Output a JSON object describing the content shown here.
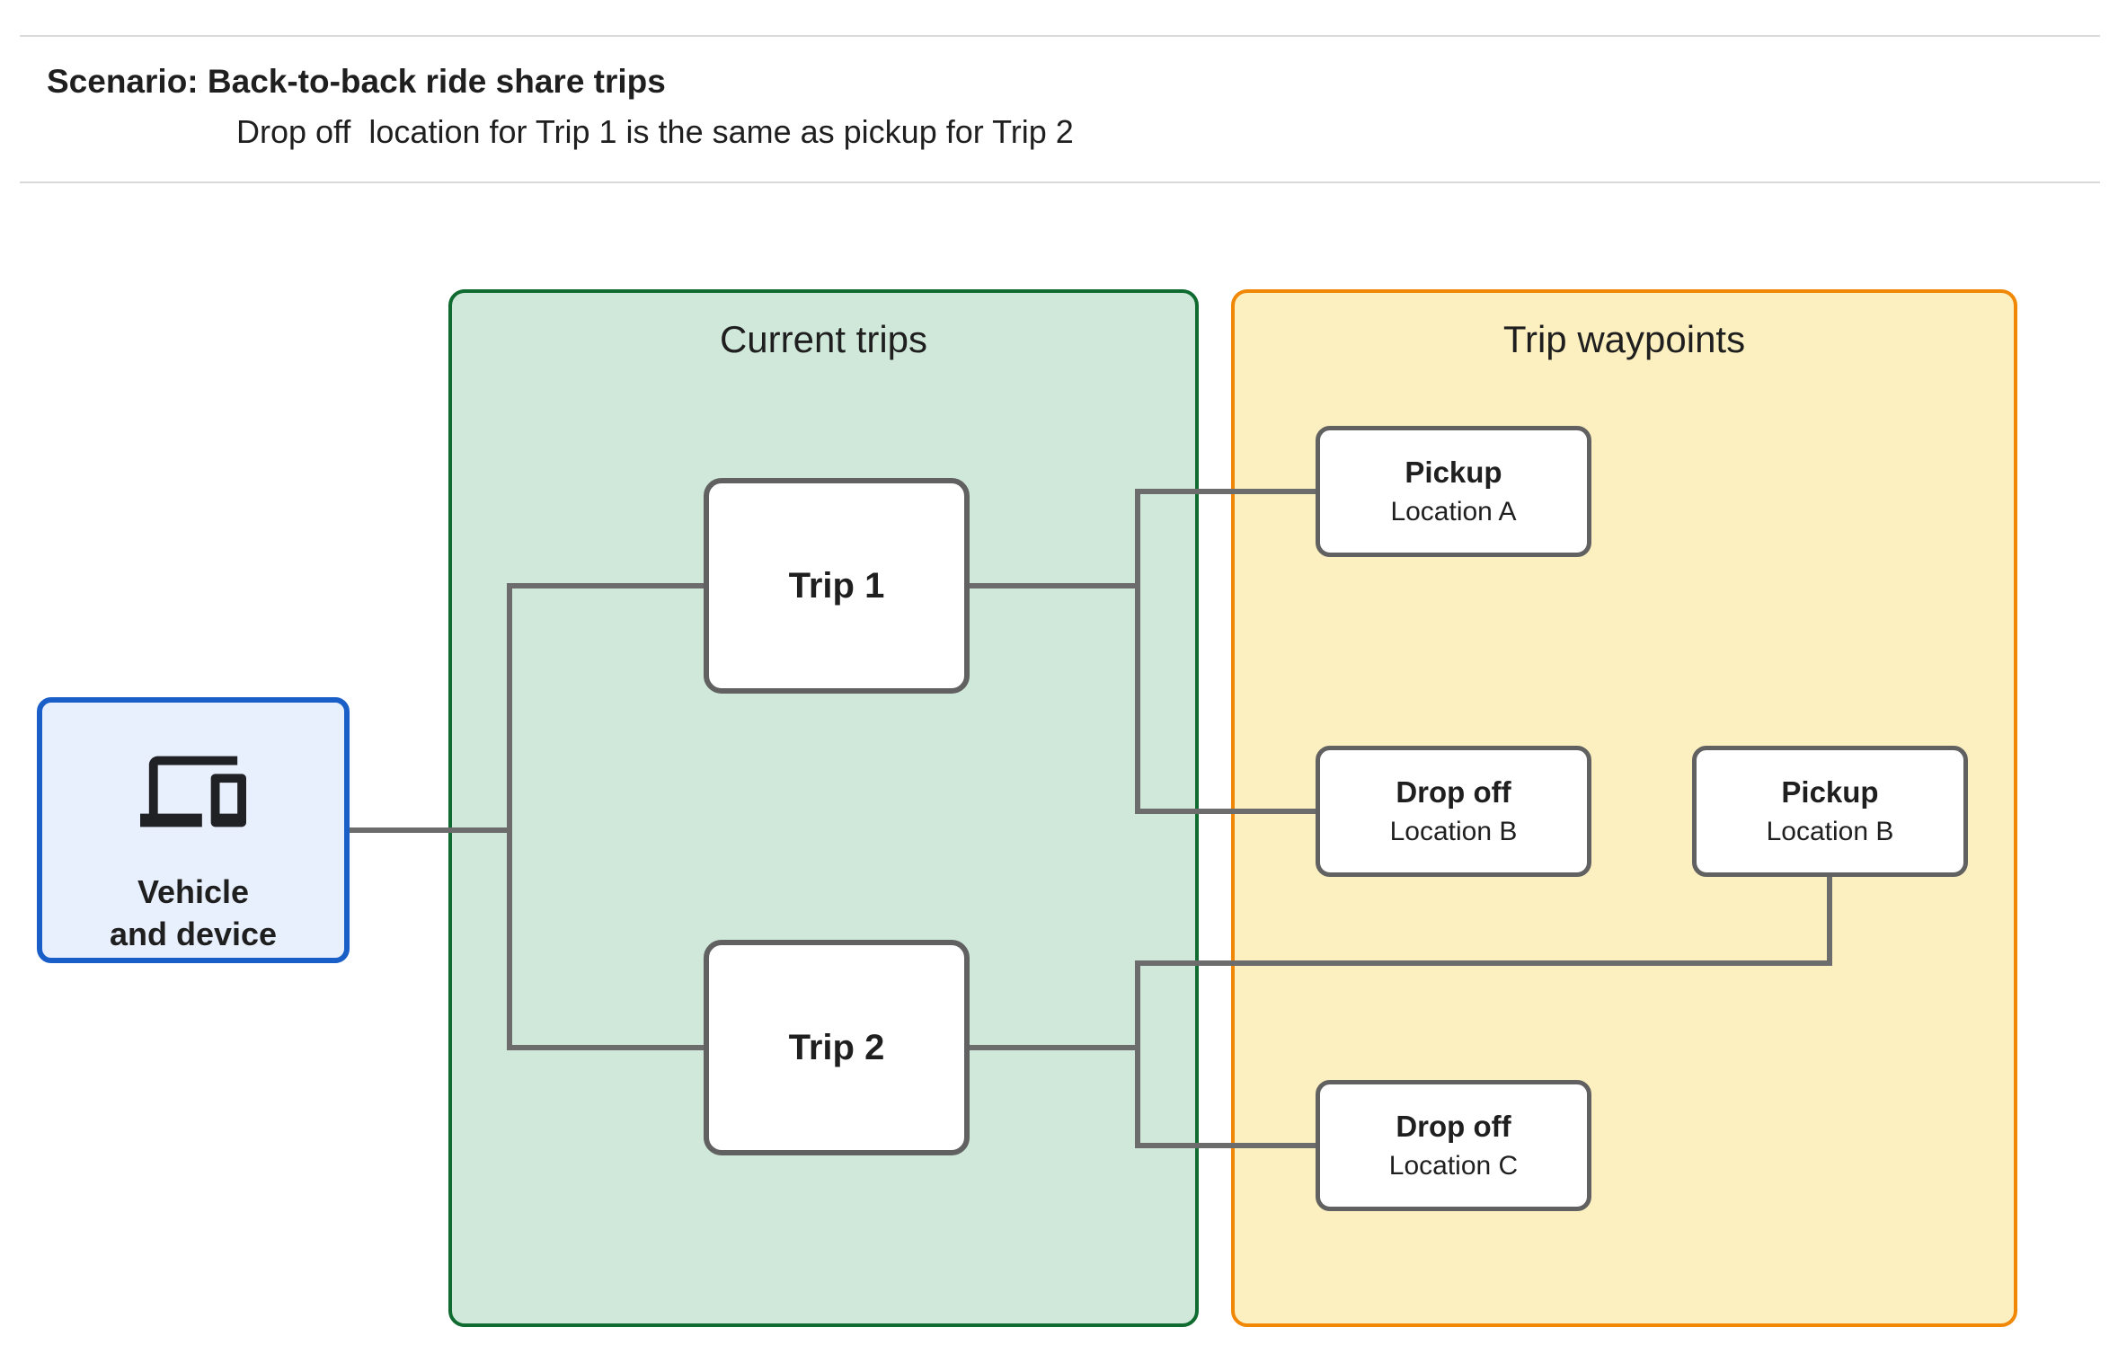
{
  "page": {
    "title": "Scenario: Back-to-back ride share trips",
    "subtitle": "Drop off  location for Trip 1 is the same as pickup for Trip 2"
  },
  "vehicle": {
    "icon": "devices-icon",
    "label_line1": "Vehicle",
    "label_line2": "and device"
  },
  "groups": {
    "current_trips": {
      "label": "Current trips"
    },
    "trip_waypoints": {
      "label": "Trip waypoints"
    }
  },
  "trips": [
    {
      "label": "Trip 1"
    },
    {
      "label": "Trip 2"
    }
  ],
  "waypoints": [
    {
      "type": "Pickup",
      "location": "Location A"
    },
    {
      "type": "Drop off",
      "location": "Location B"
    },
    {
      "type": "Pickup",
      "location": "Location B"
    },
    {
      "type": "Drop off",
      "location": "Location C"
    }
  ],
  "theme": {
    "page-bg": "#ffffff",
    "text-color": "#1f1f1f",
    "rule-color": "#d9d9d9",
    "vehicle-fill": "#e8f0fe",
    "vehicle-border": "#1a5fc8",
    "trips-group-fill": "#cfe8d9",
    "trips-group-border": "#0f6b30",
    "waypoints-group-fill": "#fdf0c0",
    "waypoints-group-border": "#f08705",
    "node-fill": "#ffffff",
    "node-border": "#616161",
    "connector-color": "#6c6c6c"
  }
}
